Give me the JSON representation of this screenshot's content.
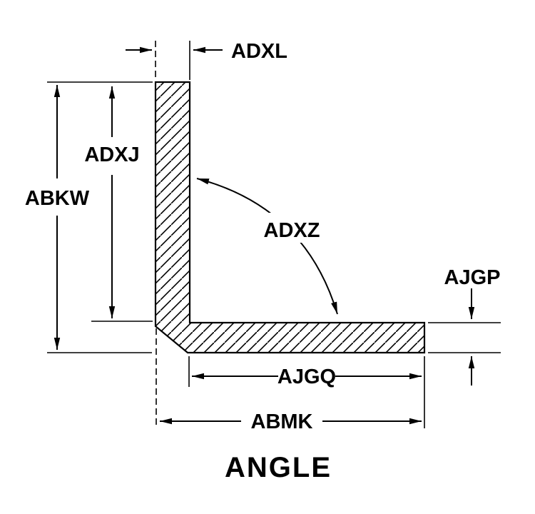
{
  "colors": {
    "ink": "#000000",
    "paper": "#ffffff"
  },
  "diagram": {
    "title": "ANGLE",
    "labels": {
      "vertical_leg_thickness": "ADXL",
      "vertical_leg_inner_height": "ADXJ",
      "overall_height": "ABKW",
      "inner_corner": "ADXZ",
      "horizontal_leg_thickness": "AJGP",
      "horizontal_leg_inner_length": "AJGQ",
      "overall_width": "ABMK"
    }
  }
}
